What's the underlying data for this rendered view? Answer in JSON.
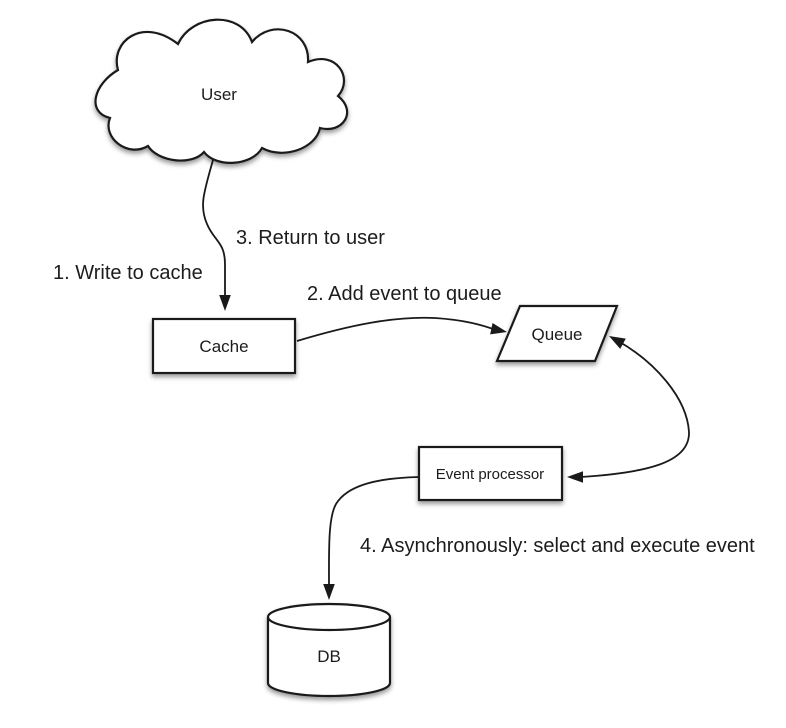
{
  "diagram": {
    "background": "#ffffff",
    "stroke_color": "#1a1a1a",
    "text_color": "#1c1c1c",
    "shape_fill": "#ffffff",
    "nodes": {
      "user": {
        "label": "User",
        "shape": "cloud"
      },
      "cache": {
        "label": "Cache",
        "shape": "rectangle"
      },
      "queue": {
        "label": "Queue",
        "shape": "parallelogram"
      },
      "event_processor": {
        "label": "Event processor",
        "shape": "rectangle"
      },
      "db": {
        "label": "DB",
        "shape": "cylinder"
      }
    },
    "steps": {
      "step1": "1. Write to cache",
      "step2": "2. Add event to queue",
      "step3": "3. Return to user",
      "step4": "4. Asynchronously: select and execute event"
    },
    "edges": [
      {
        "from": "user",
        "to": "cache",
        "labels": [
          "1. Write to cache",
          "3. Return to user"
        ],
        "arrow": "single"
      },
      {
        "from": "cache",
        "to": "queue",
        "labels": [
          "2. Add event to queue"
        ],
        "arrow": "single"
      },
      {
        "from": "queue",
        "to": "event_processor",
        "labels": [],
        "arrow": "double"
      },
      {
        "from": "event_processor",
        "to": "db",
        "labels": [
          "4. Asynchronously: select and execute event"
        ],
        "arrow": "single"
      }
    ]
  }
}
